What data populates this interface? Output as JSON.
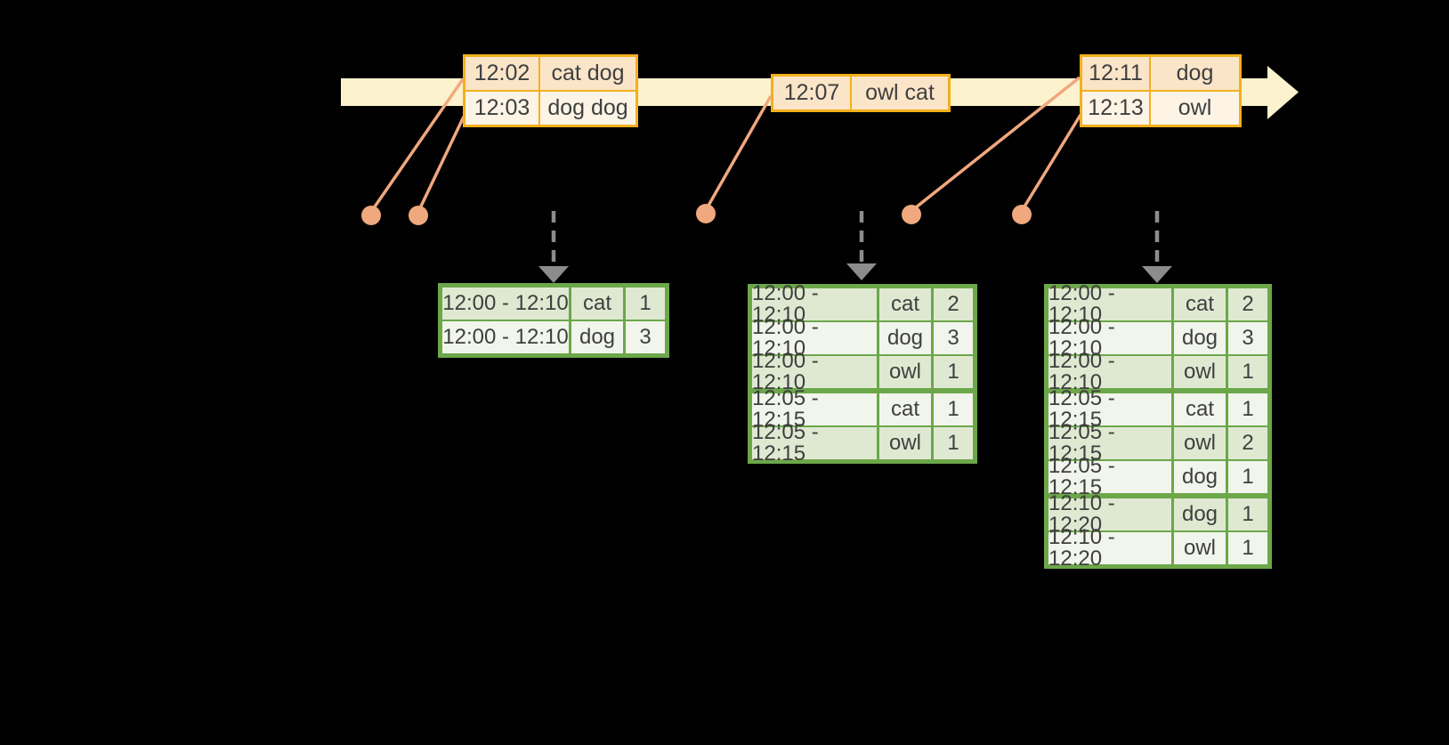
{
  "colors": {
    "canvas_bg": "#000000",
    "timeline_fill": "#fcf2ce",
    "event_border": "#f2b01c",
    "event_row_dark": "#fbe5c8",
    "event_row_light": "#fdf4e5",
    "connector": "#f0a87e",
    "dashed_arrow": "#8c8c8c",
    "table_border": "#6ca74a",
    "table_row_dark": "#dfe9d2",
    "table_row_light": "#f1f5ec",
    "text": "#3f3f3f"
  },
  "timeline_event_boxes": [
    {
      "rows": [
        {
          "time": "12:02",
          "words": "cat dog"
        },
        {
          "time": "12:03",
          "words": "dog dog"
        }
      ]
    },
    {
      "rows": [
        {
          "time": "12:07",
          "words": "owl cat"
        }
      ]
    },
    {
      "rows": [
        {
          "time": "12:11",
          "words": "dog"
        },
        {
          "time": "12:13",
          "words": "owl"
        }
      ]
    }
  ],
  "result_tables": [
    {
      "rows": [
        {
          "window": "12:00 - 12:10",
          "word": "cat",
          "count": "1"
        },
        {
          "window": "12:00 - 12:10",
          "word": "dog",
          "count": "3"
        }
      ],
      "break_after": []
    },
    {
      "rows": [
        {
          "window": "12:00 - 12:10",
          "word": "cat",
          "count": "2"
        },
        {
          "window": "12:00 - 12:10",
          "word": "dog",
          "count": "3"
        },
        {
          "window": "12:00 - 12:10",
          "word": "owl",
          "count": "1"
        },
        {
          "window": "12:05 - 12:15",
          "word": "cat",
          "count": "1"
        },
        {
          "window": "12:05 - 12:15",
          "word": "owl",
          "count": "1"
        }
      ],
      "break_after": [
        2
      ]
    },
    {
      "rows": [
        {
          "window": "12:00 - 12:10",
          "word": "cat",
          "count": "2"
        },
        {
          "window": "12:00 - 12:10",
          "word": "dog",
          "count": "3"
        },
        {
          "window": "12:00 - 12:10",
          "word": "owl",
          "count": "1"
        },
        {
          "window": "12:05 - 12:15",
          "word": "cat",
          "count": "1"
        },
        {
          "window": "12:05 - 12:15",
          "word": "owl",
          "count": "2"
        },
        {
          "window": "12:05 - 12:15",
          "word": "dog",
          "count": "1"
        },
        {
          "window": "12:10 - 12:20",
          "word": "dog",
          "count": "1"
        },
        {
          "window": "12:10 - 12:20",
          "word": "owl",
          "count": "1"
        }
      ],
      "break_after": [
        2,
        5
      ]
    }
  ]
}
